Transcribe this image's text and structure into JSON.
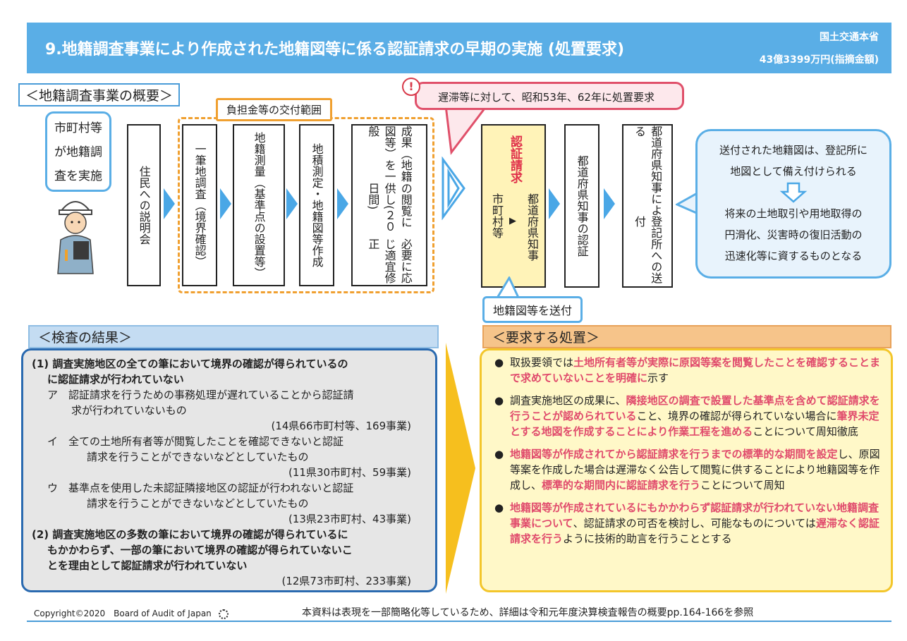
{
  "header": {
    "title": "9.地籍調査事業により作成された地籍図等に係る認証請求の早期の実施 (処置要求)",
    "agency": "国土交通本省",
    "amount": "43億3399万円(指摘金額)"
  },
  "overview": {
    "label": "＜地籍調査事業の概要＞",
    "municipality_bubble": [
      "市町村等",
      "が地籍調",
      "査を実施"
    ],
    "subsidy_label": "負担金等の交付範囲",
    "delay_bubble": "遅滞等に対して、昭和53年、62年に処置要求",
    "steps": {
      "explain": "住民への説明会",
      "survey_a": "一筆地調査",
      "survey_b": "（境界確認）",
      "cadastral_a": "地籍測量",
      "cadastral_b": "（基準点の設置等）",
      "measure": "地積測定・地籍図等作成",
      "public_a": "成果（地籍図等）を一般",
      "public_b": "の閲覧に供し(２０日間)",
      "public_c": "必要に応じ適宜修正",
      "request_title": "認証請求",
      "request_from": "市町村等",
      "request_arrow": "▶",
      "request_to": "都道府県知事",
      "approve": "都道府県知事の認証",
      "send_a": "都道府県知事による",
      "send_b": "登記所への送付"
    },
    "send_label": "地籍図等を送付",
    "right_bubble": {
      "line1": "送付された地籍図は、登記所に",
      "line2": "地図として備え付けられる",
      "line3": "将来の土地取引や用地取得の",
      "line4": "円滑化、災害時の復旧活動の",
      "line5": "迅速化等に資するものとなる"
    }
  },
  "results": {
    "label": "＜検査の結果＞",
    "p1a": "(1) 調査実施地区の全ての筆において境界の確認が得られているの",
    "p1b": "に認証請求が行われていない",
    "a1": "ア　認証請求を行うための事務処理が遅れていることから認証請",
    "a2": "求が行われていないもの",
    "a_count": "(14県66市町村等、169事業)",
    "i1": "イ　全ての土地所有者等が閲覧したことを確認できないと認証",
    "i2": "請求を行うことができないなどとしていたもの",
    "i_count": "(11県30市町村、59事業)",
    "u1": "ウ　基準点を使用した未認証隣接地区の認証が行われないと認証",
    "u2": "請求を行うことができないなどとしていたもの",
    "u_count": "(13県23市町村、43事業)",
    "p2a": "(2) 調査実施地区の多数の筆において境界の確認が得られているに",
    "p2b": "もかかわらず、一部の筆において境界の確認が得られていないこ",
    "p2c": "とを理由として認証請求が行われていない",
    "p2_count": "(12県73市町村、233事業)"
  },
  "requests": {
    "label": "＜要求する処置＞",
    "r1_a": "取扱要領では",
    "r1_hl": "土地所有者等が実際に原図等案を閲覧したことを確認することまで求めていないことを明確に",
    "r1_b": "示す",
    "r2_a": "調査実施地区の成果に、",
    "r2_hl1": "隣接地区の調査で設置した基準点を含めて認証請求を行うことが認められている",
    "r2_b": "こと、境界の確認が得られていない場合に",
    "r2_hl2": "筆界未定とする地図を作成することにより作業工程を進める",
    "r2_c": "ことについて周知徹底",
    "r3_hl1": "地籍図等が作成されてから認証請求を行うまでの標準的な期間を設定",
    "r3_a": "し、原図等案を作成した場合は遅滞なく公告して閲覧に供することにより地籍図等を作成し、",
    "r3_hl2": "標準的な期間内に認証請求を行う",
    "r3_b": "ことについて周知",
    "r4_hl1": "地籍図等が作成されているにもかかわらず認証請求が行われていない地籍調査事業について",
    "r4_a": "、認証請求の可否を検討し、可能なものについては",
    "r4_hl2": "遅滞なく認証請求を行う",
    "r4_b": "ように技術的助言を行うこととする"
  },
  "footer": {
    "copyright": "Copyright©2020　Board of Audit of Japan",
    "note": "本資料は表現を一部簡略化等しているため、詳細は令和元年度決算検査報告の概要pp.164-166を参照"
  },
  "colors": {
    "header": "#5aaee6",
    "highlight": "#e04a6c",
    "request_box": "#fff8c8",
    "result_box": "#e6e6e6"
  }
}
